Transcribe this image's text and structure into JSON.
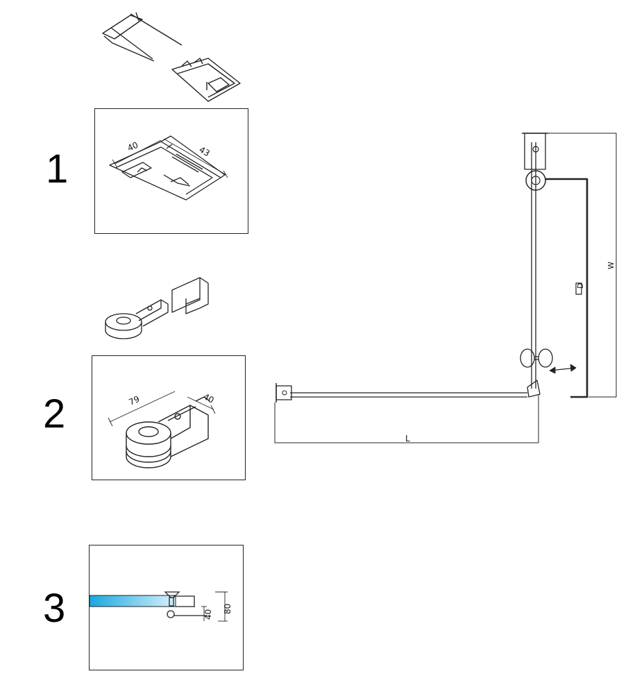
{
  "steps": [
    {
      "number": "1",
      "dimensions": [
        "40",
        "43"
      ]
    },
    {
      "number": "2",
      "dimensions": [
        "79",
        "40"
      ]
    },
    {
      "number": "3",
      "dimensions": [
        "40",
        "80"
      ]
    }
  ],
  "plan": {
    "width_label": "W",
    "length_label": "L",
    "door_symbol": "D"
  },
  "colors": {
    "line": "#222222",
    "glass_start": "#18a7e0",
    "glass_end": "#d8f1fb"
  }
}
